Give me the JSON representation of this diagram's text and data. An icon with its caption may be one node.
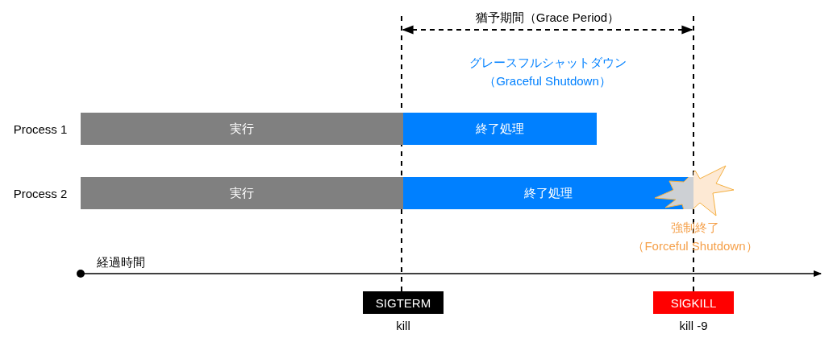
{
  "diagram": {
    "nodes": [
      {
        "text": [
          "実行"
        ]
      },
      {
        "text": [
          "終了処理"
        ]
      },
      {
        "text": [
          "実行"
        ]
      },
      {
        "text": [
          "終了処理"
        ]
      },
      {
        "text": [
          "SIGTERM"
        ],
        "beside": [
          "kill"
        ]
      },
      {
        "text": [
          "SIGKILL"
        ],
        "beside": [
          "kill -9"
        ]
      }
    ],
    "edges": [
      {
        "from": 4,
        "to": null,
        "arrow": "none",
        "style": "dashed"
      },
      {
        "from": 5,
        "to": null,
        "arrow": "none",
        "style": "dashed"
      }
    ],
    "labels": [
      "猶予期間（Grace Period）",
      "グレースフルシャットダウン（Graceful Shutdown）",
      "Process 1",
      "Process 2",
      "強制終了（Forceful Shutdown）",
      "経過時間"
    ]
  }
}
